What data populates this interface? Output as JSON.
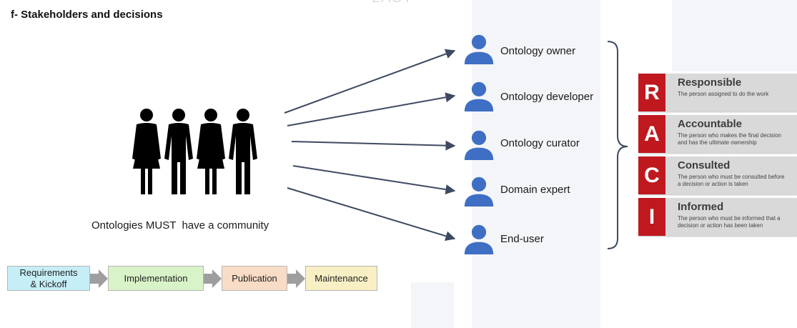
{
  "title": "f- Stakeholders and decisions",
  "top_fragment": "LAST",
  "community_label": "Ontologies MUST  have a community",
  "stakeholder_roles": [
    {
      "label": "Ontology owner"
    },
    {
      "label": "Ontology developer"
    },
    {
      "label": "Ontology curator"
    },
    {
      "label": "Domain expert"
    },
    {
      "label": "End-user"
    }
  ],
  "raci": [
    {
      "letter": "R",
      "name": "Responsible",
      "description": "The person assigned to do the work"
    },
    {
      "letter": "A",
      "name": "Accountable",
      "description": "The person who makes the final decision\nand has the ultimate ownership"
    },
    {
      "letter": "C",
      "name": "Consulted",
      "description": "The person who must be consulted before\na decision or action is taken"
    },
    {
      "letter": "I",
      "name": "Informed",
      "description": "The person who must be informed that a\ndecision or action has been taken"
    }
  ],
  "phases": [
    {
      "label": "Requirements\n& Kickoff",
      "color": "#c6eef7"
    },
    {
      "label": "Implementation",
      "color": "#d8f3c8"
    },
    {
      "label": "Publication",
      "color": "#f9dcc6"
    },
    {
      "label": "Maintenance",
      "color": "#f8f0c4"
    }
  ],
  "colors": {
    "person_icon": "#3f6fc4",
    "arrow": "#3e4a61",
    "raci_red": "#c0181f",
    "raci_gray": "#d9d9d9",
    "phase_arrow": "#9e9e9e"
  }
}
